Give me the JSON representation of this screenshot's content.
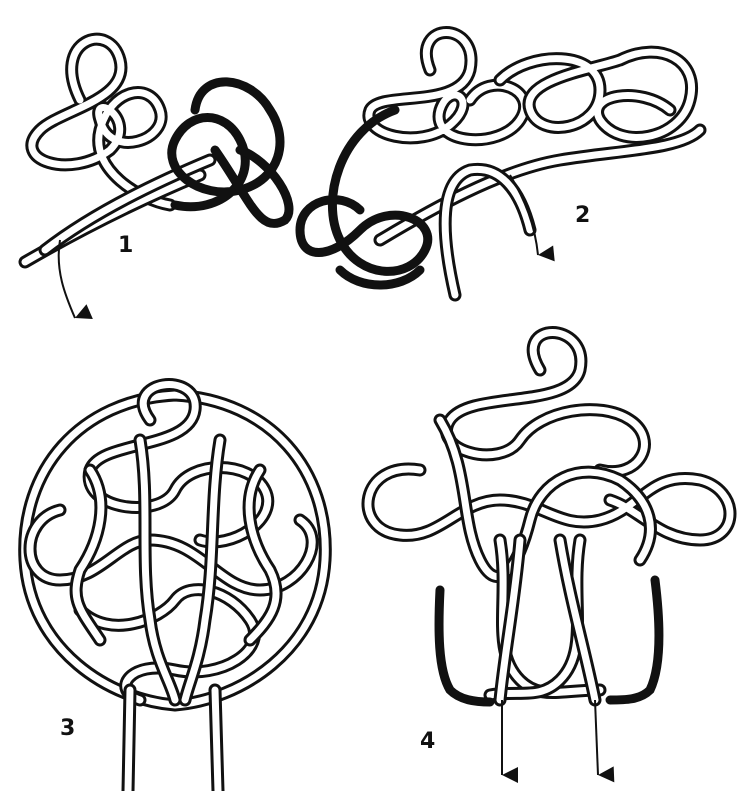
{
  "figure": {
    "steps": [
      {
        "label": "1"
      },
      {
        "label": "2"
      },
      {
        "label": "3"
      },
      {
        "label": "4"
      }
    ]
  }
}
